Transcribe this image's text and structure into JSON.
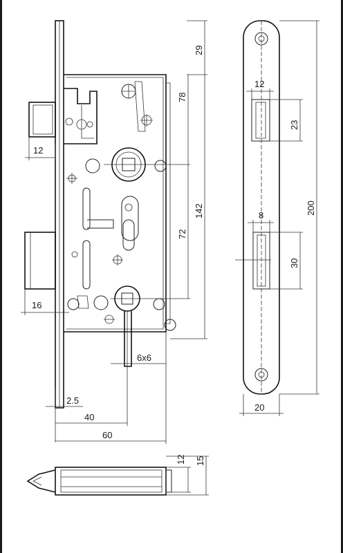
{
  "drawing": {
    "dimensions": {
      "d_29": "29",
      "d_78": "78",
      "d_142": "142",
      "d_72": "72",
      "d_12_latch": "12",
      "d_16": "16",
      "d_6x6": "6x6",
      "d_2_5": "2.5",
      "d_40": "40",
      "d_60": "60",
      "d_12_strike": "12",
      "d_23": "23",
      "d_8": "8",
      "d_30": "30",
      "d_200": "200",
      "d_20": "20",
      "d_12_side": "12",
      "d_15_side": "15"
    }
  }
}
